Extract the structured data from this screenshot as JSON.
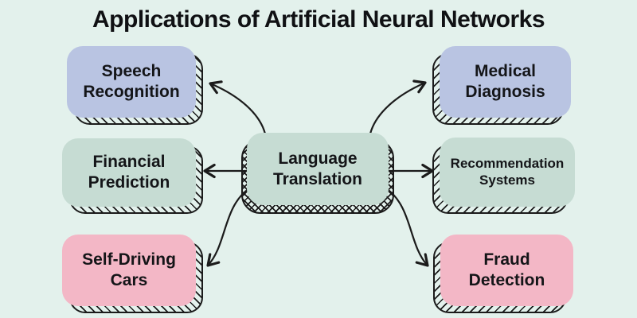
{
  "title": "Applications of Artificial Neural Networks",
  "center": {
    "label": "Language Translation",
    "color": "#c6dcd3"
  },
  "nodes": [
    {
      "label": "Speech Recognition",
      "color": "#b9c4e2",
      "position": "top-left"
    },
    {
      "label": "Medical Diagnosis",
      "color": "#b9c4e2",
      "position": "top-right"
    },
    {
      "label": "Financial Prediction",
      "color": "#c6dcd3",
      "position": "middle-left"
    },
    {
      "label": "Recommendation Systems",
      "color": "#c6dcd3",
      "position": "middle-right"
    },
    {
      "label": "Self-Driving Cars",
      "color": "#f3b7c6",
      "position": "bottom-left"
    },
    {
      "label": "Fraud Detection",
      "color": "#f3b7c6",
      "position": "bottom-right"
    }
  ],
  "palette": {
    "background": "#e3f1ec",
    "line": "#1b1b1b",
    "text": "#141518"
  }
}
